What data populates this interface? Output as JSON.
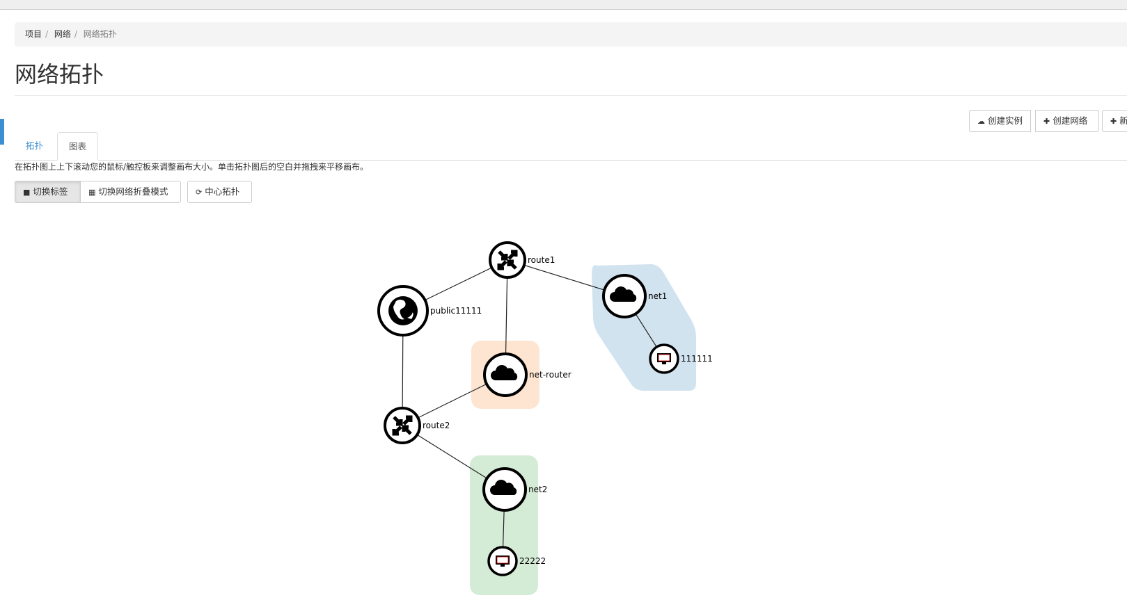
{
  "breadcrumb": [
    "项目",
    "网络",
    "网络拓扑"
  ],
  "page_title": "网络拓扑",
  "actions": {
    "create_instance": "创建实例",
    "create_network": "创建网络",
    "create_more": "新"
  },
  "tabs": [
    {
      "label": "拓扑"
    },
    {
      "label": "图表",
      "active": true
    }
  ],
  "help_text": "在拓扑图上上下滚动您的鼠标/触控板来调整画布大小。单击拓扑图后的空白并拖拽来平移画布。",
  "toolbar": {
    "toggle_labels": "切换标签",
    "toggle_collapse": "切换网络折叠模式",
    "center": "中心拓扑"
  },
  "topology": {
    "nodes": [
      {
        "id": "route1",
        "type": "router",
        "label": "route1"
      },
      {
        "id": "public11111",
        "type": "external-network",
        "label": "public11111"
      },
      {
        "id": "net1",
        "type": "network",
        "label": "net1",
        "group_color": "#d2e3f0"
      },
      {
        "id": "111111",
        "type": "instance",
        "label": "111111"
      },
      {
        "id": "net-router",
        "type": "network",
        "label": "net-router",
        "group_color": "#fde5d1"
      },
      {
        "id": "route2",
        "type": "router",
        "label": "route2"
      },
      {
        "id": "net2",
        "type": "network",
        "label": "net2",
        "group_color": "#d4ebd5"
      },
      {
        "id": "22222",
        "type": "instance",
        "label": "22222"
      }
    ],
    "links": [
      [
        "route1",
        "public11111"
      ],
      [
        "route1",
        "net1"
      ],
      [
        "route1",
        "net-router"
      ],
      [
        "net1",
        "111111"
      ],
      [
        "public11111",
        "route2"
      ],
      [
        "route2",
        "net-router"
      ],
      [
        "route2",
        "net2"
      ],
      [
        "net2",
        "22222"
      ]
    ]
  }
}
